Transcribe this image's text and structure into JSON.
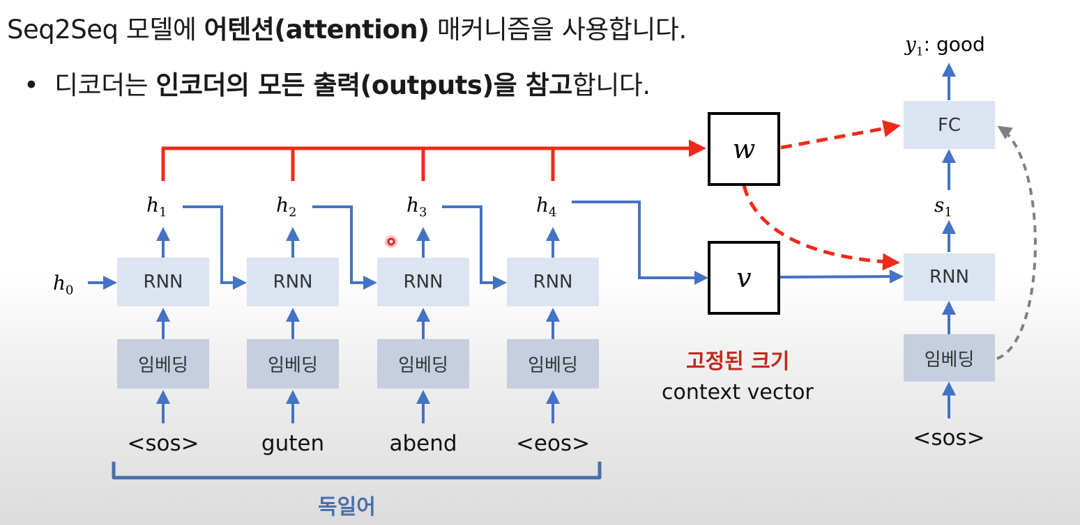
{
  "header": {
    "title_plain": "Seq2Seq 모델에 ",
    "title_bold": "어텐션(attention)",
    "title_rest": " 매커니즘을 사용합니다.",
    "bullet_symbol": "•",
    "bullet_plain1": "디코더는 ",
    "bullet_bold": "인코더의 모든 출력(outputs)을 참고",
    "bullet_rest": "합니다."
  },
  "encoder": {
    "initial_state": {
      "var": "h",
      "sub": "0"
    },
    "rnn_label": "RNN",
    "embedding_label": "임베딩",
    "tokens": [
      "<sos>",
      "guten",
      "abend",
      "<eos>"
    ],
    "hidden_states": [
      {
        "var": "h",
        "sub": "1"
      },
      {
        "var": "h",
        "sub": "2"
      },
      {
        "var": "h",
        "sub": "3"
      },
      {
        "var": "h",
        "sub": "4"
      }
    ],
    "language_label": "독일어"
  },
  "attention": {
    "weight_label": "w",
    "context_label": "v",
    "fixed_size_label": "고정된 크기",
    "context_vector_label": "context vector"
  },
  "decoder": {
    "rnn_label": "RNN",
    "embedding_label": "임베딩",
    "fc_label": "FC",
    "input_token": "<sos>",
    "state": {
      "var": "s",
      "sub": "1"
    },
    "output": {
      "var": "y",
      "sub": "1",
      "sep": ":",
      "word": "good"
    }
  },
  "colors": {
    "blue_arrow": "#4472c4",
    "red_arrow": "#f02a1a",
    "gray_dashed": "#7f7f7f",
    "rnn_box": "#dce4f1",
    "embedding_box": "#c5cfe0",
    "fixed_size_text": "#c0281c",
    "language_text": "#4a6ea8"
  }
}
